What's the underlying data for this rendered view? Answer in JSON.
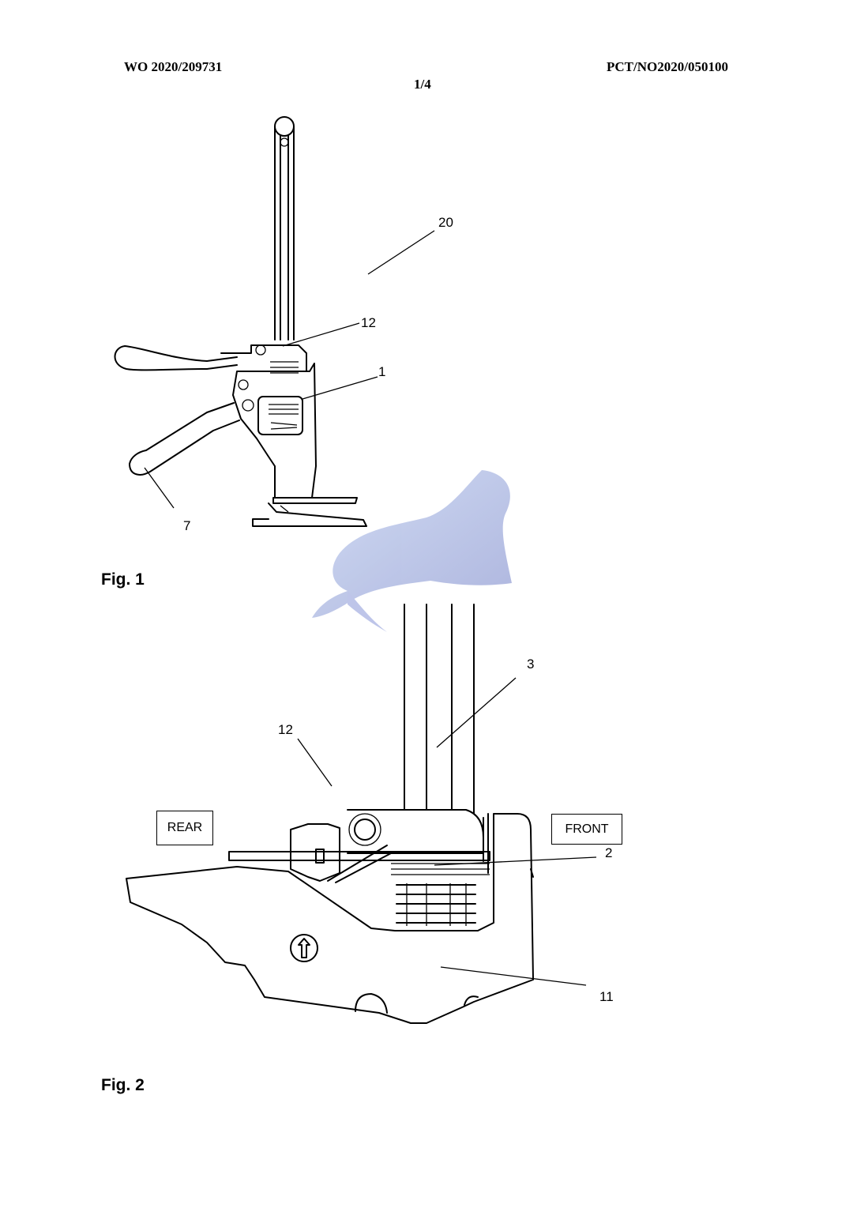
{
  "header": {
    "pub_number": "WO 2020/209731",
    "app_number": "PCT/NO2020/050100",
    "sheet": "1/4"
  },
  "figures": [
    {
      "label": "Fig. 1",
      "refs": [
        "20",
        "12",
        "1",
        "7"
      ]
    },
    {
      "label": "Fig. 2",
      "refs": [
        "3",
        "12",
        "2",
        "11"
      ],
      "boxes": [
        "REAR",
        "FRONT"
      ]
    }
  ],
  "watermark": {
    "icon": "walrus-logo-icon",
    "colors": [
      "#c9d6f2",
      "#9fa8d8"
    ]
  }
}
